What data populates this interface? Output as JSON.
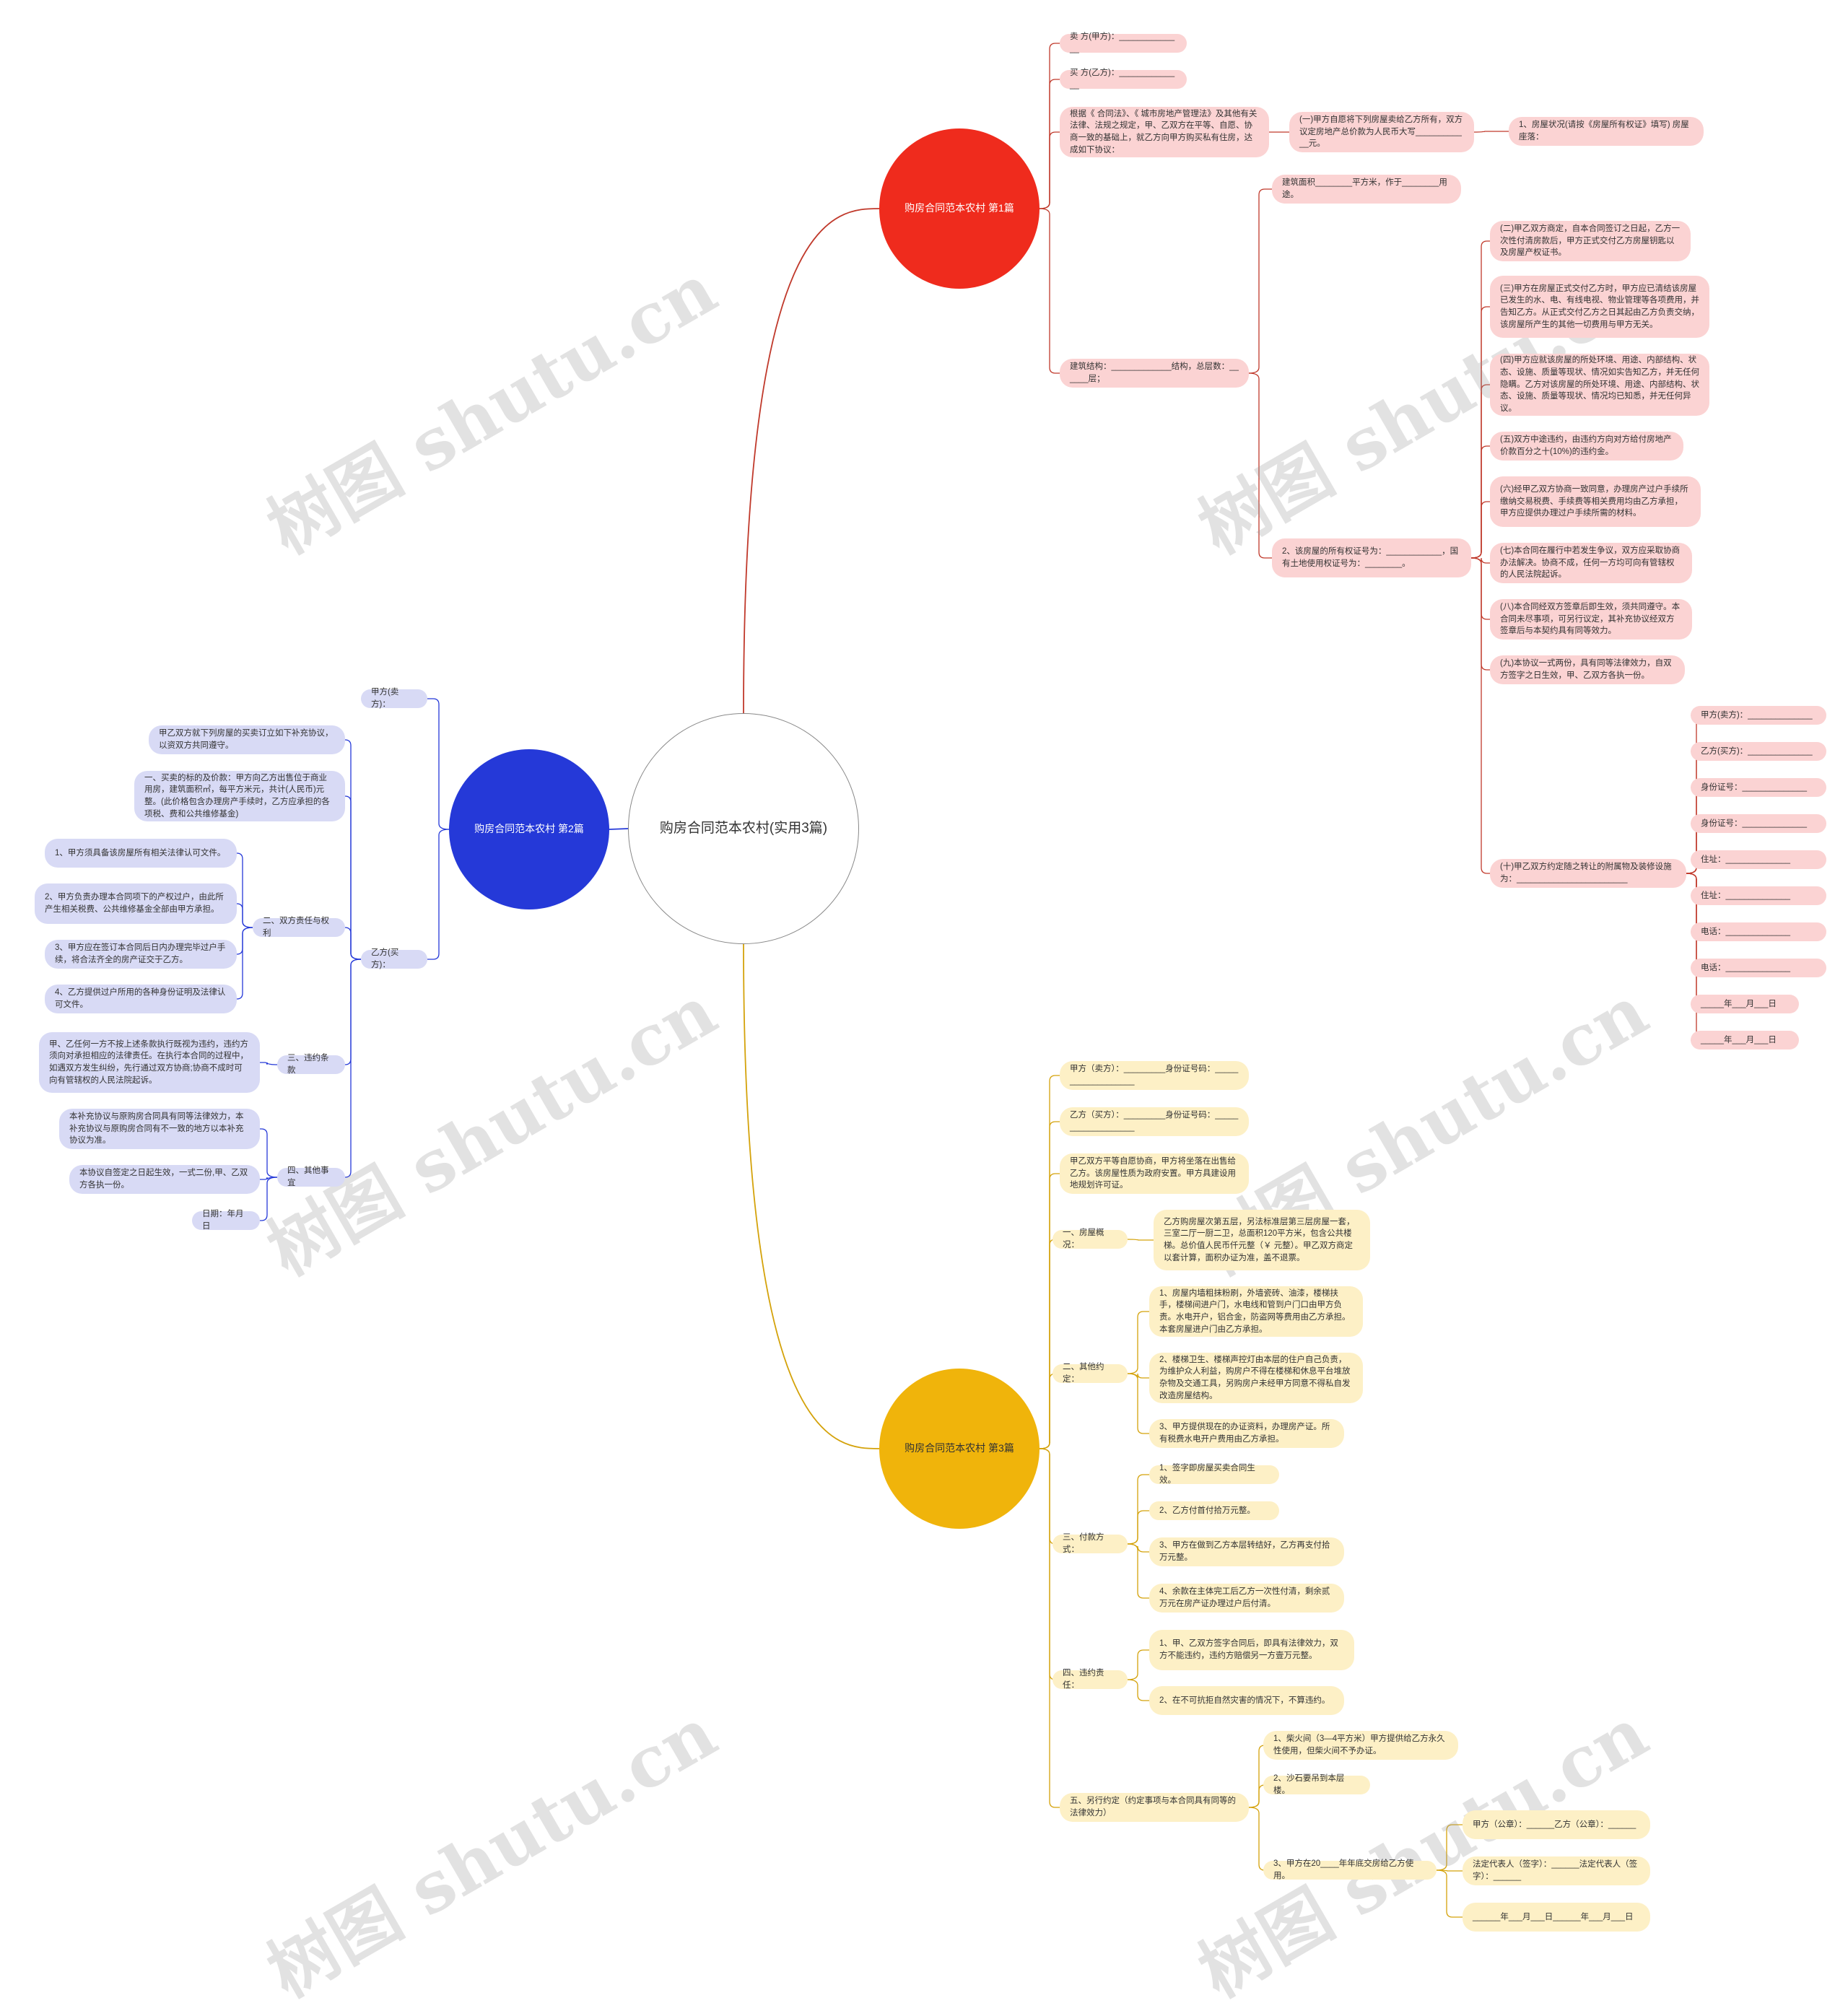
{
  "center": "购房合同范本农村(实用3篇)",
  "branch1": {
    "title": "购房合同范本农村 第1篇",
    "seller": "卖 方(甲方)：______________",
    "buyer": "买 方(乙方)：______________",
    "basis": "根据《 合同法》、《 城市房地产管理法》及其他有关法律、法规之规定，甲、乙双方在平等、自愿、协商一致的基础上，就乙方向甲方购买私有住房，达成如下协议：",
    "item1": "(一)甲方自愿将下列房屋卖给乙方所有，双方议定房地产总价款为人民币大写____________元。",
    "item1a": "1、房屋状况(请按《房屋所有权证》填写) 房屋座落：",
    "area": "建筑面积________平方米，作于________用途。",
    "structure": "建筑结构：_____________结构，总层数：______层；",
    "title_no": "2、该房屋的所有权证号为：____________，国有土地使用权证号为：________。",
    "c2": "(二)甲乙双方商定，自本合同签订之日起，乙方一次性付清房款后，甲方正式交付乙方房屋钥匙以及房屋产权证书。",
    "c3": "(三)甲方在房屋正式交付乙方时，甲方应已清结该房屋已发生的水、电、有线电视、物业管理等各项费用，并告知乙方。从正式交付乙方之日其起由乙方负责交纳，该房屋所产生的其他一切费用与甲方无关。",
    "c4": "(四)甲方应就该房屋的所处环境、用途、内部结构、状态、设施、质量等现状、情况如实告知乙方，并无任何隐瞒。乙方对该房屋的所处环境、用途、内部结构、状态、设施、质量等现状、情况均已知悉，并无任何异议。",
    "c5": "(五)双方中途违约，由违约方向对方给付房地产价款百分之十(10%)的违约金。",
    "c6": "(六)经甲乙双方协商一致同意，办理房产过户手续所缴纳交易税费、手续费等相关费用均由乙方承担，甲方应提供办理过户手续所需的材料。",
    "c7": "(七)本合同在履行中若发生争议，双方应采取协商办法解决。协商不成，任何一方均可向有管辖权的人民法院起诉。",
    "c8": "(八)本合同经双方签章后即生效，须共同遵守。本合同未尽事项，可另行议定，其补充协议经双方签章后与本契约具有同等效力。",
    "c9": "(九)本协议一式两份，具有同等法律效力，自双方签字之日生效，甲、乙双方各执一份。",
    "c10": "(十)甲乙双方约定随之转让的附属物及装修设施为：________________________",
    "sig": [
      "甲方(卖方)：______________",
      "乙方(买方)：______________",
      "身份证号：______________",
      "身份证号：______________",
      "住址：______________",
      "住址：______________",
      "电话：______________",
      "电话：______________",
      "_____年___月___日",
      "_____年___月___日"
    ]
  },
  "branch2": {
    "title": "购房合同范本农村 第2篇",
    "partyA": "甲方(卖方)：",
    "partyB": "乙方(买方)：",
    "intro": "甲乙双方就下列房屋的买卖订立如下补充协议，以资双方共同遵守。",
    "item1": "一、买卖的标的及价款：甲方向乙方出售位于商业用房，建筑面积㎡，每平方米元，共计(人民币)元整。(此价格包含办理房产手续时，乙方应承担的各项税、费和公共维修基金)",
    "sec2": "二、双方责任与权利",
    "r1": "1、甲方须具备该房屋所有相关法律认可文件。",
    "r2": "2、甲方负责办理本合同项下的产权过户，由此所产生相关税费、公共维修基金全部由甲方承担。",
    "r3": "3、甲方应在签订本合同后日内办理完毕过户手续，将合法齐全的房产证交于乙方。",
    "r4": "4、乙方提供过户所用的各种身份证明及法律认可文件。",
    "sec3": "三、违约条款",
    "v1": "甲、乙任何一方不按上述条款执行既视为违约，违约方须向对承担相应的法律责任。在执行本合同的过程中，如遇双方发生纠纷，先行通过双方协商;协商不成时可向有管辖权的人民法院起诉。",
    "sec4": "四、其他事宜",
    "o1": "本补充协议与原购房合同具有同等法律效力，本补充协议与原购房合同有不一致的地方以本补充协议为准。",
    "o2": "本协议自签定之日起生效，一式二份,甲、乙双方各执一份。",
    "date": "日期：年月日"
  },
  "branch3": {
    "title": "购房合同范本农村 第3篇",
    "partyA": "甲方（卖方）：_________身份证号码：___________________",
    "partyB": "乙方（买方）：_________身份证号码：___________________",
    "intro": "甲乙双方平等自愿协商，甲方将坐落在出售给乙方。该房屋性质为政府安置。甲方具建设用地规划许可证。",
    "s1": "一、房屋概况：",
    "s1a": "乙方购房屋次第五层，另法标准层第三层房屋一套，三室二厅一厨二卫，总面积120平方米，包含公共楼梯。总价值人民币仟元整（￥ 元整）。甲乙双方商定以套计算，面积办证为准，盖不退票。",
    "s2": "二、其他约定：",
    "s2a": "1、房屋内墙粗抹粉刷，外墙瓷砖、油漆，楼梯扶手，楼梯间进户门，水电线和管到户门口由甲方负责。水电开户，铝合金，防盗网等费用由乙方承担。本套房屋进户门由乙方承担。",
    "s2b": "2、楼梯卫生、楼梯声控灯由本层的住户自己负责，为维护众人利益，购房户不得在楼梯和休息平台堆放杂物及交通工具，另购房户未经甲方同意不得私自发改造房屋结构。",
    "s2c": "3、甲方提供现在的办证资料，办理房产证。所有税费水电开户费用由乙方承担。",
    "s3": "三、付款方式：",
    "s3a": "1、签字即房屋买卖合同生效。",
    "s3b": "2、乙方付首付拾万元整。",
    "s3c": "3、甲方在做到乙方本层转结好，乙方再支付拾万元整。",
    "s3d": "4、余款在主体完工后乙方一次性付清，剩余贰万元在房产证办理过户后付清。",
    "s4": "四、违约责任：",
    "s4a": "1、甲、乙双方签字合同后，即具有法律效力，双方不能违约，违约方赔偿另一方壹万元整。",
    "s4b": "2、在不可抗拒自然灾害的情况下，不算违约。",
    "s5": "五、另行约定（约定事项与本合同具有同等的法律效力）",
    "s5a": "1、柴火间（3—4平方米）甲方提供给乙方永久性使用，但柴火间不予办证。",
    "s5b": "2、沙石要吊到本层楼。",
    "s5c": "3、甲方在20____年年底交房给乙方使用。",
    "s5c1": "甲方（公章）：______乙方（公章）：______",
    "s5c2": "法定代表人（签字）：______法定代表人（签字）：______",
    "s5c3": "______年___月___日______年___月___日"
  },
  "watermark": "树图 shutu.cn",
  "colors": {
    "red": "#ef2b1d",
    "navy": "#2539d8",
    "gold": "#f0b40b",
    "pink": "#fbd3d3",
    "lavender": "#d8daf5",
    "cream": "#fdf0c6"
  }
}
